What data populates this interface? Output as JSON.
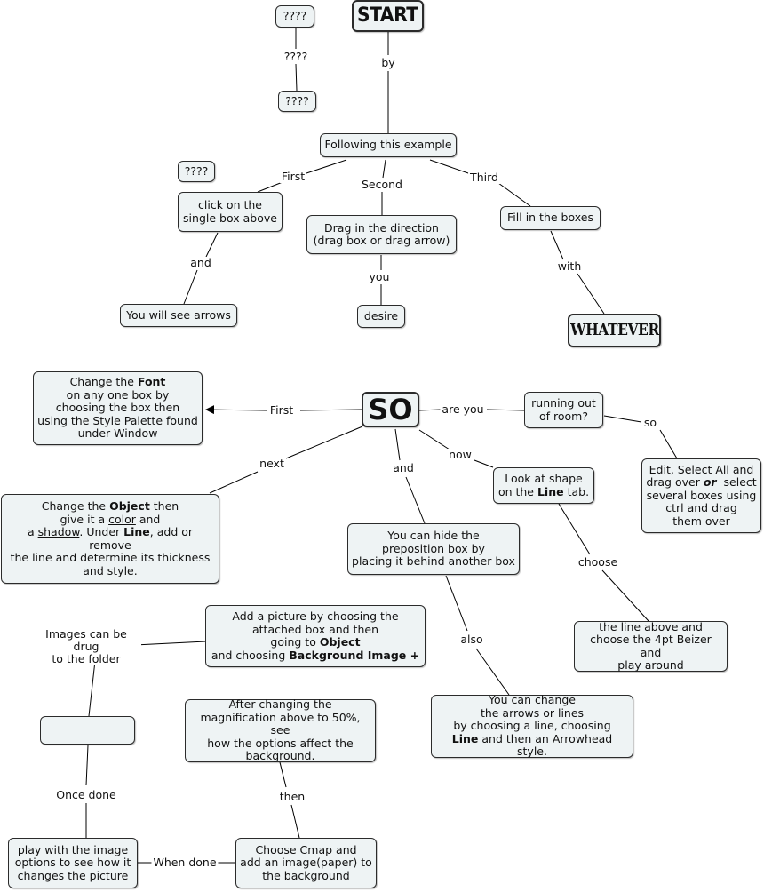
{
  "nodes": {
    "q1": "????",
    "q2": "????",
    "q3": "????",
    "start": "START",
    "following": "Following this example",
    "click_single": [
      "click on the",
      "single box above"
    ],
    "drag_direction": [
      "Drag in the direction",
      "(drag box or drag arrow)"
    ],
    "fill_boxes": "Fill in the boxes",
    "see_arrows": "You will see arrows",
    "desire": "desire",
    "whatever": "WHATEVER",
    "so": "SO",
    "change_font": {
      "l1a": "Change the ",
      "l1b": "Font",
      "l2": "on any one box by",
      "l3": "choosing the box then",
      "l4": "using the Style Palette found",
      "l5": "under Window"
    },
    "running_out": [
      "running out",
      "of room?"
    ],
    "edit_select": {
      "l1": "Edit, Select All and",
      "l2a": "drag over ",
      "l2b": "or",
      "l2c": "  select",
      "l3": "several boxes using",
      "l4": "ctrl and drag",
      "l5": "them over"
    },
    "change_object": {
      "l1a": "Change the ",
      "l1b": "Object",
      "l1c": " then",
      "l2a": "give it a ",
      "l2b": "color",
      "l2c": " and",
      "l3a": "a ",
      "l3b": "shadow",
      "l3c": ". Under ",
      "l3d": "Line",
      "l3e": ", add or remove",
      "l4": "the line and determine its thickness",
      "l5": "and style."
    },
    "look_shape": {
      "l1": "Look at shape",
      "l2a": "on the ",
      "l2b": "Line",
      "l2c": " tab."
    },
    "hide_preposition": [
      "You can hide the",
      "preposition box by",
      "placing it behind another box"
    ],
    "add_picture": {
      "l1": "Add a picture by choosing the",
      "l2": "attached box and then",
      "l3a": "going to ",
      "l3b": "Object",
      "l4a": "and choosing ",
      "l4b": "Background Image +"
    },
    "line_above": [
      "the line above and",
      "choose the 4pt Beizer and",
      "play around"
    ],
    "change_arrows": {
      "l1": "You can change",
      "l2": "the arrows or lines",
      "l3": "by choosing a line, choosing",
      "l4a": "Line",
      "l4b": " and then an Arrowhead style."
    },
    "after_changing": [
      "After changing the",
      "magnification above to 50%, see",
      "how the options affect the",
      "background."
    ],
    "empty_box": "",
    "play_image": [
      "play with the image",
      "options to see how it",
      "changes the picture"
    ],
    "choose_cmap": [
      "Choose Cmap and",
      "add an image(paper) to",
      "the background"
    ]
  },
  "links": {
    "q_link": "????",
    "by": "by",
    "first1": "First",
    "second": "Second",
    "third": "Third",
    "and1": "and",
    "you": "you",
    "with": "with",
    "first2": "First",
    "are_you": "are you",
    "so": "so",
    "next": "next",
    "and2": "and",
    "now": "now",
    "choose": "choose",
    "also": "also",
    "images_drug": [
      "Images can be drug",
      "to the folder"
    ],
    "once_done": "Once done",
    "then": "then",
    "when_done": "When done"
  },
  "colors": {
    "node_fill": "#eef3f4",
    "node_border": "#2b2b2b",
    "line": "#000000"
  }
}
